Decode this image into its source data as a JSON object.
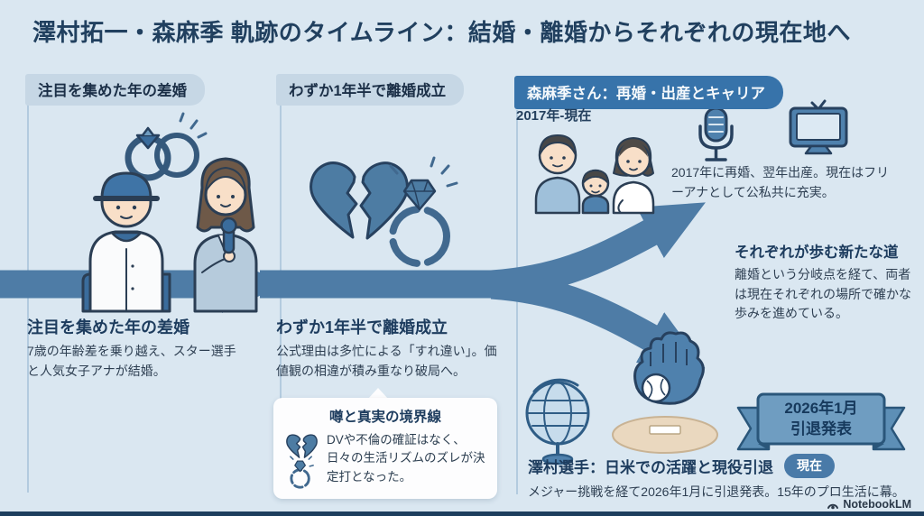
{
  "title": "澤村拓一・森麻季 軌跡のタイムライン：結婚・離婚からそれぞれの現在地へ",
  "colors": {
    "background": "#dae7f1",
    "accent_navy": "#1d3c5e",
    "arrow_blue": "#4e7ca6",
    "pill_light_bg": "#c6d7e5",
    "pill_dark_bg": "#3773aa",
    "ribbon_fill": "#6f9dc1",
    "ribbon_border": "#2a567a",
    "badge_bg": "#497aa8",
    "card_bg": "#fdfdfe",
    "mound_tan": "#ead8bf"
  },
  "sections": {
    "marriage": {
      "pill": "注目を集めた年の差婚",
      "heading": "注目を集めた年の差婚",
      "body": "7歳の年齢差を乗り越え、スター選手と人気女子アナが結婚。"
    },
    "divorce": {
      "pill": "わずか1年半で離婚成立",
      "heading": "わずか1年半で離婚成立",
      "body": "公式理由は多忙による「すれ違い」。価値観の相違が積み重なり破局へ。",
      "card": {
        "title": "噂と真実の境界線",
        "body": "DVや不倫の確証はなく、日々の生活リズムのズレが決定打となった。"
      }
    },
    "mori": {
      "pill": "森麻季さん：再婚・出産とキャリア",
      "period": "2017年-現在",
      "body": "2017年に再婚、翌年出産。現在はフリーアナとして公私共に充実。"
    },
    "paths": {
      "heading": "それぞれが歩む新たな道",
      "body": "離婚という分岐点を経て、両者は現在それぞれの場所で確かな歩みを進めている。"
    },
    "sawamura": {
      "heading": "澤村選手：日米での活躍と現役引退",
      "badge": "現在",
      "body": "メジャー挑戦を経て2026年1月に引退発表。15年のプロ生活に幕。",
      "ribbon": {
        "line1": "2026年1月",
        "line2": "引退発表"
      }
    }
  },
  "footer": {
    "brand": "NotebookLM"
  },
  "icons": [
    "wedding-rings-icon",
    "broken-heart-icon",
    "diamond-ring-icon",
    "microphone-icon",
    "tv-icon",
    "globe-icon",
    "baseball-glove-icon",
    "couple-illustration",
    "family-illustration"
  ]
}
